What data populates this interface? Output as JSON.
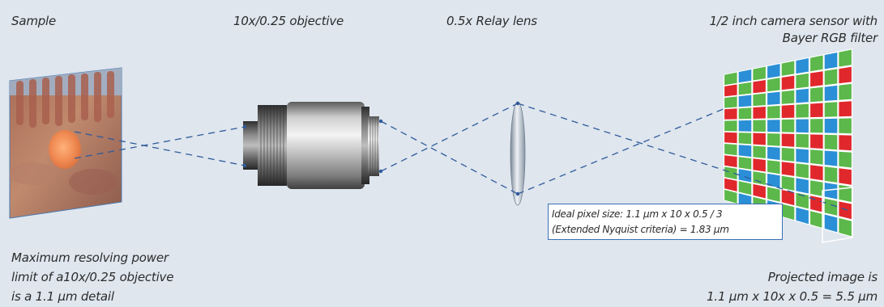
{
  "labels": {
    "sample": "Sample",
    "objective": "10x/0.25 objective",
    "relay": "0.5x Relay lens",
    "sensor_line1": "1/2 inch camera sensor with",
    "sensor_line2": "Bayer RGB filter"
  },
  "pixel_box": {
    "line1": "Ideal pixel size: 1.1 µm x 10 x 0.5 / 3",
    "line2": "(Extended Nyquist criteria) = 1.83 µm"
  },
  "resolving_note": {
    "line1": "Maximum resolving power",
    "line2": "limit of a10x/0.25 objective",
    "line3": "is a 1.1 µm detail"
  },
  "projected_note": {
    "line1": "Projected image is",
    "line2": "1.1 µm x 10x x 0.5 = 5.5 µm"
  },
  "colors": {
    "background": "#dfe6ee",
    "ray": "#2f5b9a",
    "bayer_red": "#e0282c",
    "bayer_green": "#5cb84a",
    "bayer_blue": "#2a8fd6",
    "highlight_box": "#3a6fb5"
  },
  "bayer_pattern": [
    [
      "green",
      "blue"
    ],
    [
      "red",
      "green"
    ]
  ]
}
